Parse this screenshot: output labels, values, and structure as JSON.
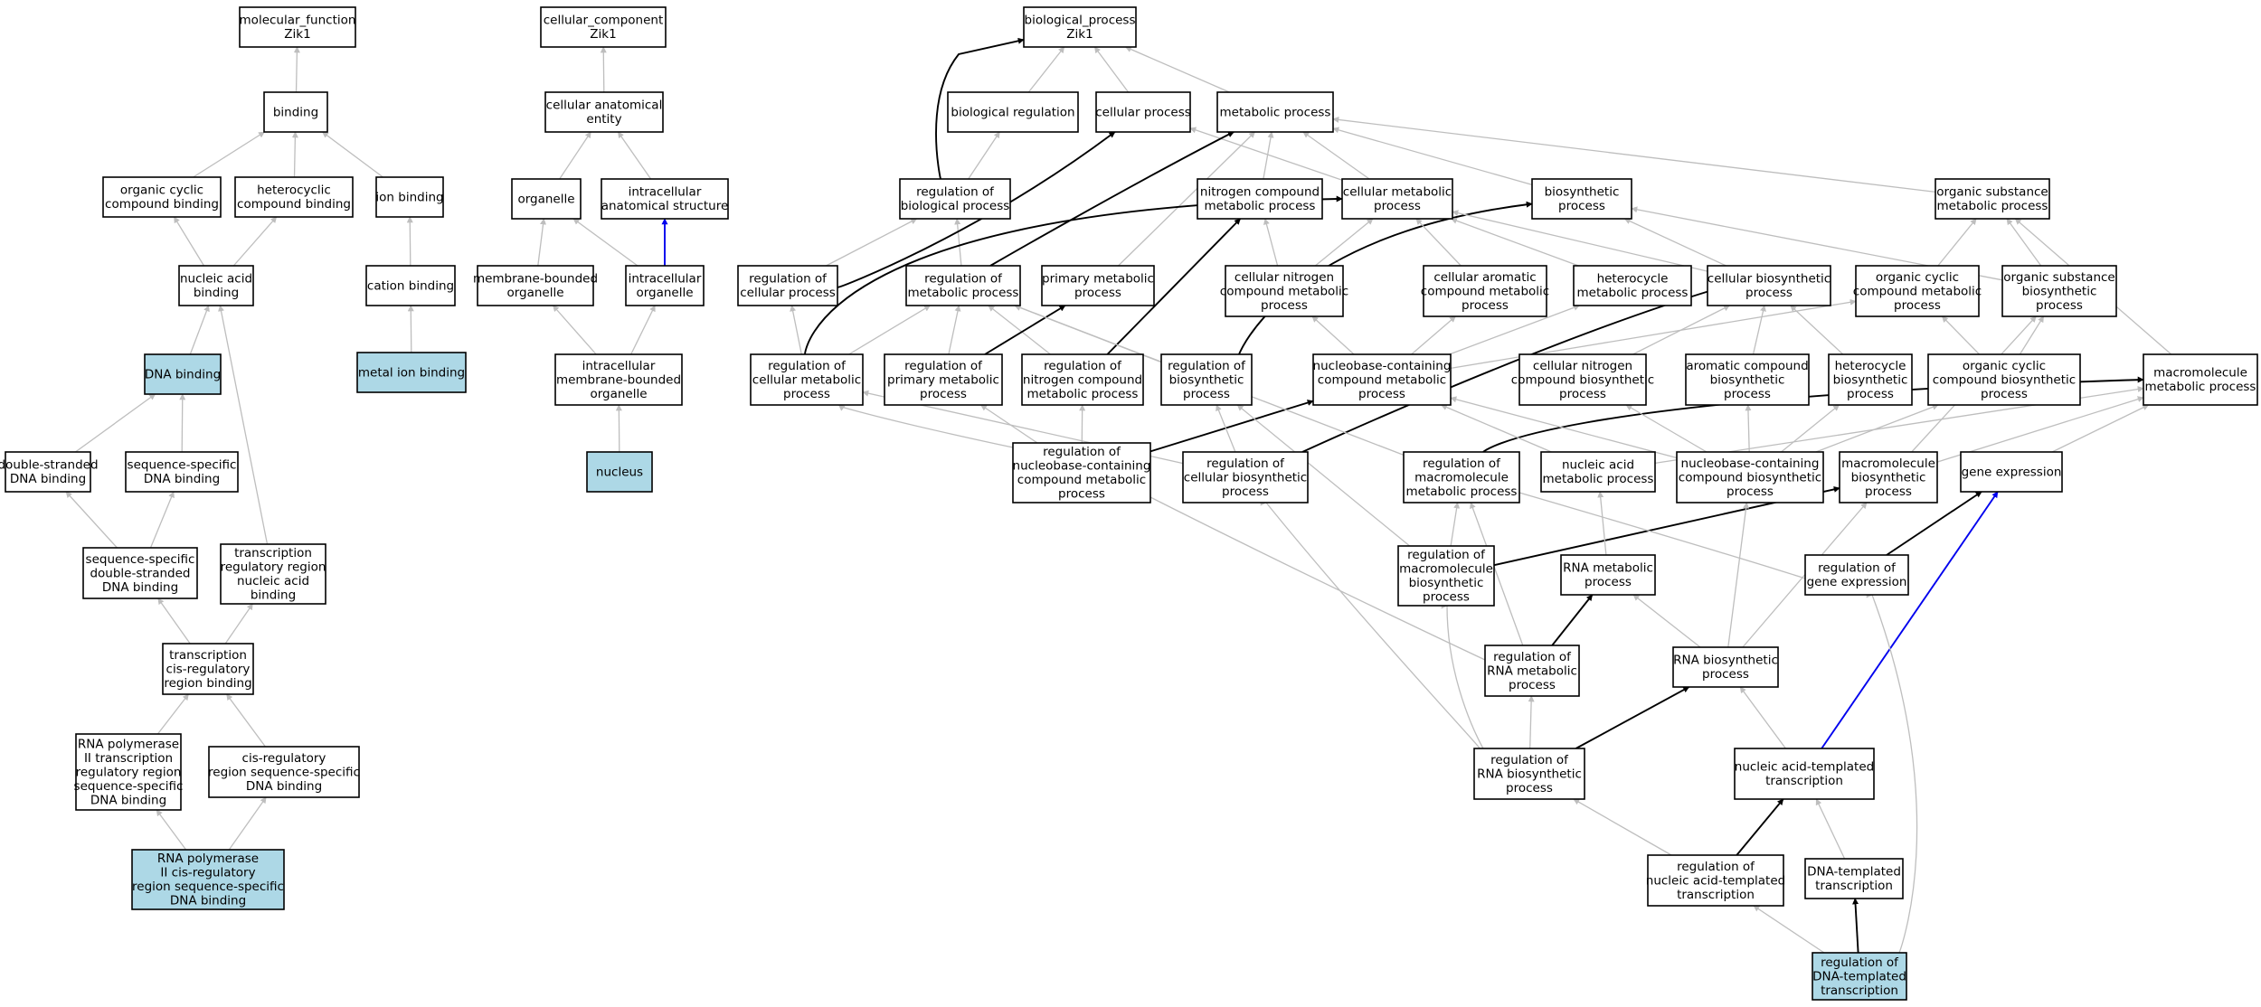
{
  "colors": {
    "default_fill": "#ffffff",
    "highlight_fill": "#add8e6",
    "edge_gray": "#bebebe",
    "edge_black": "#000000",
    "edge_blue": "#0000ee"
  },
  "nodes": [
    {
      "id": "mf",
      "lines": [
        "molecular_function",
        "Zik1"
      ]
    },
    {
      "id": "binding",
      "lines": [
        "binding"
      ]
    },
    {
      "id": "org_cyc_bind",
      "lines": [
        "organic cyclic",
        "compound binding"
      ]
    },
    {
      "id": "het_bind",
      "lines": [
        "heterocyclic",
        "compound binding"
      ]
    },
    {
      "id": "ion_bind",
      "lines": [
        "ion binding"
      ]
    },
    {
      "id": "cation_bind",
      "lines": [
        "cation binding"
      ]
    },
    {
      "id": "metal_ion",
      "lines": [
        "metal ion binding"
      ],
      "highlight": true
    },
    {
      "id": "na_bind",
      "lines": [
        "nucleic acid",
        "binding"
      ]
    },
    {
      "id": "dna_bind",
      "lines": [
        "DNA binding"
      ],
      "highlight": true
    },
    {
      "id": "ds_dna",
      "lines": [
        "double-stranded",
        "DNA binding"
      ]
    },
    {
      "id": "ss_dna",
      "lines": [
        "sequence-specific",
        "DNA binding"
      ]
    },
    {
      "id": "ssds_dna",
      "lines": [
        "sequence-specific",
        "double-stranded",
        "DNA binding"
      ]
    },
    {
      "id": "trr_na",
      "lines": [
        "transcription",
        "regulatory region",
        "nucleic acid",
        "binding"
      ]
    },
    {
      "id": "tcis",
      "lines": [
        "transcription",
        "cis-regulatory",
        "region binding"
      ]
    },
    {
      "id": "rnap_trr",
      "lines": [
        "RNA polymerase",
        "II transcription",
        "regulatory region",
        "sequence-specific",
        "DNA binding"
      ]
    },
    {
      "id": "cis_rss",
      "lines": [
        "cis-regulatory",
        "region sequence-specific",
        "DNA binding"
      ]
    },
    {
      "id": "rnap_cis",
      "lines": [
        "RNA polymerase",
        "II cis-regulatory",
        "region sequence-specific",
        "DNA binding"
      ],
      "highlight": true
    },
    {
      "id": "cc",
      "lines": [
        "cellular_component",
        "Zik1"
      ]
    },
    {
      "id": "cae",
      "lines": [
        "cellular anatomical",
        "entity"
      ]
    },
    {
      "id": "organelle",
      "lines": [
        "organelle"
      ]
    },
    {
      "id": "ias",
      "lines": [
        "intracellular",
        "anatomical structure"
      ]
    },
    {
      "id": "mbo",
      "lines": [
        "membrane-bounded",
        "organelle"
      ]
    },
    {
      "id": "io",
      "lines": [
        "intracellular",
        "organelle"
      ]
    },
    {
      "id": "imbo",
      "lines": [
        "intracellular",
        "membrane-bounded",
        "organelle"
      ]
    },
    {
      "id": "nucleus",
      "lines": [
        "nucleus"
      ],
      "highlight": true
    },
    {
      "id": "bp",
      "lines": [
        "biological_process",
        "Zik1"
      ]
    },
    {
      "id": "bio_reg",
      "lines": [
        "biological regulation"
      ]
    },
    {
      "id": "cell_proc",
      "lines": [
        "cellular process"
      ]
    },
    {
      "id": "met_proc",
      "lines": [
        "metabolic process"
      ]
    },
    {
      "id": "reg_bp",
      "lines": [
        "regulation of",
        "biological process"
      ]
    },
    {
      "id": "ncmp",
      "lines": [
        "nitrogen compound",
        "metabolic process"
      ]
    },
    {
      "id": "cmp",
      "lines": [
        "cellular metabolic",
        "process"
      ]
    },
    {
      "id": "biosyn",
      "lines": [
        "biosynthetic",
        "process"
      ]
    },
    {
      "id": "osmp",
      "lines": [
        "organic substance",
        "metabolic process"
      ]
    },
    {
      "id": "reg_cp",
      "lines": [
        "regulation of",
        "cellular process"
      ]
    },
    {
      "id": "reg_mp",
      "lines": [
        "regulation of",
        "metabolic process"
      ]
    },
    {
      "id": "pmp",
      "lines": [
        "primary metabolic",
        "process"
      ]
    },
    {
      "id": "cncmp",
      "lines": [
        "cellular nitrogen",
        "compound metabolic",
        "process"
      ]
    },
    {
      "id": "camp",
      "lines": [
        "cellular aromatic",
        "compound metabolic",
        "process"
      ]
    },
    {
      "id": "hmp",
      "lines": [
        "heterocycle",
        "metabolic process"
      ]
    },
    {
      "id": "cbp",
      "lines": [
        "cellular biosynthetic",
        "process"
      ]
    },
    {
      "id": "occmp",
      "lines": [
        "organic cyclic",
        "compound metabolic",
        "process"
      ]
    },
    {
      "id": "osbp",
      "lines": [
        "organic substance",
        "biosynthetic",
        "process"
      ]
    },
    {
      "id": "reg_cmp",
      "lines": [
        "regulation of",
        "cellular metabolic",
        "process"
      ]
    },
    {
      "id": "reg_pmp",
      "lines": [
        "regulation of",
        "primary metabolic",
        "process"
      ]
    },
    {
      "id": "reg_ncmp",
      "lines": [
        "regulation of",
        "nitrogen compound",
        "metabolic process"
      ]
    },
    {
      "id": "reg_bio",
      "lines": [
        "regulation of",
        "biosynthetic",
        "process"
      ]
    },
    {
      "id": "nbcmp",
      "lines": [
        "nucleobase-containing",
        "compound metabolic",
        "process"
      ]
    },
    {
      "id": "cncbp",
      "lines": [
        "cellular nitrogen",
        "compound biosynthetic",
        "process"
      ]
    },
    {
      "id": "acbp",
      "lines": [
        "aromatic compound",
        "biosynthetic",
        "process"
      ]
    },
    {
      "id": "hbp",
      "lines": [
        "heterocycle",
        "biosynthetic",
        "process"
      ]
    },
    {
      "id": "occbp",
      "lines": [
        "organic cyclic",
        "compound biosynthetic",
        "process"
      ]
    },
    {
      "id": "mmp",
      "lines": [
        "macromolecule",
        "metabolic process"
      ]
    },
    {
      "id": "reg_nbcmp",
      "lines": [
        "regulation of",
        "nucleobase-containing",
        "compound metabolic",
        "process"
      ]
    },
    {
      "id": "reg_cbp",
      "lines": [
        "regulation of",
        "cellular biosynthetic",
        "process"
      ]
    },
    {
      "id": "reg_mmp",
      "lines": [
        "regulation of",
        "macromolecule",
        "metabolic process"
      ]
    },
    {
      "id": "namp",
      "lines": [
        "nucleic acid",
        "metabolic process"
      ]
    },
    {
      "id": "nbcbp",
      "lines": [
        "nucleobase-containing",
        "compound biosynthetic",
        "process"
      ]
    },
    {
      "id": "mbp",
      "lines": [
        "macromolecule",
        "biosynthetic",
        "process"
      ]
    },
    {
      "id": "gene_exp",
      "lines": [
        "gene expression"
      ]
    },
    {
      "id": "reg_mbp",
      "lines": [
        "regulation of",
        "macromolecule",
        "biosynthetic",
        "process"
      ]
    },
    {
      "id": "rna_mp",
      "lines": [
        "RNA metabolic",
        "process"
      ]
    },
    {
      "id": "reg_ge",
      "lines": [
        "regulation of",
        "gene expression"
      ]
    },
    {
      "id": "reg_rmp",
      "lines": [
        "regulation of",
        "RNA metabolic",
        "process"
      ]
    },
    {
      "id": "rna_bp",
      "lines": [
        "RNA biosynthetic",
        "process"
      ]
    },
    {
      "id": "reg_rbp",
      "lines": [
        "regulation of",
        "RNA biosynthetic",
        "process"
      ]
    },
    {
      "id": "nat",
      "lines": [
        "nucleic acid-templated",
        "transcription"
      ]
    },
    {
      "id": "reg_nat",
      "lines": [
        "regulation of",
        "nucleic acid-templated",
        "transcription"
      ]
    },
    {
      "id": "dnat",
      "lines": [
        "DNA-templated",
        "transcription"
      ]
    },
    {
      "id": "reg_dnat",
      "lines": [
        "regulation of",
        "DNA-templated",
        "transcription"
      ],
      "highlight": true
    }
  ],
  "edges": [
    {
      "from": "binding",
      "to": "mf"
    },
    {
      "from": "org_cyc_bind",
      "to": "binding"
    },
    {
      "from": "het_bind",
      "to": "binding"
    },
    {
      "from": "ion_bind",
      "to": "binding"
    },
    {
      "from": "na_bind",
      "to": "org_cyc_bind"
    },
    {
      "from": "na_bind",
      "to": "het_bind"
    },
    {
      "from": "cation_bind",
      "to": "ion_bind"
    },
    {
      "from": "metal_ion",
      "to": "cation_bind"
    },
    {
      "from": "dna_bind",
      "to": "na_bind"
    },
    {
      "from": "trr_na",
      "to": "na_bind"
    },
    {
      "from": "ds_dna",
      "to": "dna_bind"
    },
    {
      "from": "ss_dna",
      "to": "dna_bind"
    },
    {
      "from": "ssds_dna",
      "to": "ds_dna"
    },
    {
      "from": "ssds_dna",
      "to": "ss_dna"
    },
    {
      "from": "tcis",
      "to": "ssds_dna"
    },
    {
      "from": "tcis",
      "to": "trr_na"
    },
    {
      "from": "rnap_trr",
      "to": "tcis"
    },
    {
      "from": "cis_rss",
      "to": "tcis"
    },
    {
      "from": "rnap_cis",
      "to": "rnap_trr"
    },
    {
      "from": "rnap_cis",
      "to": "cis_rss"
    },
    {
      "from": "cae",
      "to": "cc"
    },
    {
      "from": "organelle",
      "to": "cae"
    },
    {
      "from": "ias",
      "to": "cae"
    },
    {
      "from": "mbo",
      "to": "organelle"
    },
    {
      "from": "io",
      "to": "organelle"
    },
    {
      "from": "io",
      "to": "ias",
      "style": "blue"
    },
    {
      "from": "imbo",
      "to": "mbo"
    },
    {
      "from": "imbo",
      "to": "io"
    },
    {
      "from": "nucleus",
      "to": "imbo"
    },
    {
      "from": "bio_reg",
      "to": "bp"
    },
    {
      "from": "cell_proc",
      "to": "bp"
    },
    {
      "from": "met_proc",
      "to": "bp"
    },
    {
      "from": "reg_bp",
      "to": "bp",
      "style": "black"
    },
    {
      "from": "reg_bp",
      "to": "bio_reg"
    },
    {
      "from": "reg_cp",
      "to": "reg_bp"
    },
    {
      "from": "reg_mp",
      "to": "reg_bp"
    },
    {
      "from": "reg_cp",
      "to": "cell_proc",
      "style": "black"
    },
    {
      "from": "cmp",
      "to": "cell_proc"
    },
    {
      "from": "cmp",
      "to": "met_proc"
    },
    {
      "from": "ncmp",
      "to": "met_proc"
    },
    {
      "from": "pmp",
      "to": "met_proc"
    },
    {
      "from": "reg_mp",
      "to": "met_proc",
      "style": "black"
    },
    {
      "from": "biosyn",
      "to": "met_proc"
    },
    {
      "from": "osmp",
      "to": "met_proc"
    },
    {
      "from": "reg_cmp",
      "to": "cmp",
      "style": "black"
    },
    {
      "from": "reg_cmp",
      "to": "reg_cp"
    },
    {
      "from": "reg_cmp",
      "to": "reg_mp"
    },
    {
      "from": "reg_pmp",
      "to": "reg_mp"
    },
    {
      "from": "reg_ncmp",
      "to": "reg_mp"
    },
    {
      "from": "reg_bio",
      "to": "reg_mp"
    },
    {
      "from": "reg_pmp",
      "to": "pmp",
      "style": "black"
    },
    {
      "from": "reg_ncmp",
      "to": "ncmp",
      "style": "black"
    },
    {
      "from": "reg_bio",
      "to": "biosyn",
      "style": "black"
    },
    {
      "from": "cncmp",
      "to": "ncmp"
    },
    {
      "from": "cncmp",
      "to": "cmp"
    },
    {
      "from": "camp",
      "to": "cmp"
    },
    {
      "from": "hmp",
      "to": "cmp"
    },
    {
      "from": "cbp",
      "to": "cmp"
    },
    {
      "from": "cbp",
      "to": "biosyn"
    },
    {
      "from": "osbp",
      "to": "biosyn"
    },
    {
      "from": "occmp",
      "to": "osmp"
    },
    {
      "from": "osbp",
      "to": "osmp"
    },
    {
      "from": "mmp",
      "to": "osmp"
    },
    {
      "from": "nbcmp",
      "to": "cncmp"
    },
    {
      "from": "nbcmp",
      "to": "camp"
    },
    {
      "from": "nbcmp",
      "to": "hmp"
    },
    {
      "from": "nbcmp",
      "to": "occmp"
    },
    {
      "from": "cncbp",
      "to": "cbp"
    },
    {
      "from": "acbp",
      "to": "cbp"
    },
    {
      "from": "hbp",
      "to": "cbp"
    },
    {
      "from": "occbp",
      "to": "occmp"
    },
    {
      "from": "occbp",
      "to": "osbp"
    },
    {
      "from": "reg_nbcmp",
      "to": "reg_cmp"
    },
    {
      "from": "reg_nbcmp",
      "to": "reg_pmp"
    },
    {
      "from": "reg_nbcmp",
      "to": "reg_ncmp"
    },
    {
      "from": "reg_nbcmp",
      "to": "nbcmp",
      "style": "black"
    },
    {
      "from": "reg_cbp",
      "to": "reg_cmp"
    },
    {
      "from": "reg_cbp",
      "to": "reg_bio"
    },
    {
      "from": "reg_cbp",
      "to": "cbp",
      "style": "black"
    },
    {
      "from": "reg_mmp",
      "to": "reg_mp"
    },
    {
      "from": "reg_mmp",
      "to": "mmp",
      "style": "black"
    },
    {
      "from": "namp",
      "to": "nbcmp"
    },
    {
      "from": "namp",
      "to": "mmp"
    },
    {
      "from": "nbcbp",
      "to": "nbcmp"
    },
    {
      "from": "nbcbp",
      "to": "cncbp"
    },
    {
      "from": "nbcbp",
      "to": "acbp"
    },
    {
      "from": "nbcbp",
      "to": "hbp"
    },
    {
      "from": "nbcbp",
      "to": "occbp"
    },
    {
      "from": "mbp",
      "to": "mmp"
    },
    {
      "from": "mbp",
      "to": "osbp"
    },
    {
      "from": "gene_exp",
      "to": "mmp"
    },
    {
      "from": "reg_mbp",
      "to": "reg_mmp"
    },
    {
      "from": "reg_mbp",
      "to": "reg_bio"
    },
    {
      "from": "reg_mbp",
      "to": "mbp",
      "style": "black"
    },
    {
      "from": "rna_mp",
      "to": "namp"
    },
    {
      "from": "reg_ge",
      "to": "reg_mmp"
    },
    {
      "from": "reg_ge",
      "to": "gene_exp",
      "style": "black"
    },
    {
      "from": "reg_rmp",
      "to": "reg_nbcmp"
    },
    {
      "from": "reg_rmp",
      "to": "reg_mmp"
    },
    {
      "from": "reg_rmp",
      "to": "rna_mp",
      "style": "black"
    },
    {
      "from": "rna_bp",
      "to": "rna_mp"
    },
    {
      "from": "rna_bp",
      "to": "nbcbp"
    },
    {
      "from": "rna_bp",
      "to": "mbp"
    },
    {
      "from": "reg_rbp",
      "to": "reg_rmp"
    },
    {
      "from": "reg_rbp",
      "to": "reg_mbp"
    },
    {
      "from": "reg_rbp",
      "to": "reg_cbp"
    },
    {
      "from": "reg_rbp",
      "to": "rna_bp",
      "style": "black"
    },
    {
      "from": "nat",
      "to": "rna_bp"
    },
    {
      "from": "nat",
      "to": "gene_exp",
      "style": "blue"
    },
    {
      "from": "reg_nat",
      "to": "reg_rbp"
    },
    {
      "from": "reg_nat",
      "to": "nat",
      "style": "black"
    },
    {
      "from": "dnat",
      "to": "nat"
    },
    {
      "from": "reg_dnat",
      "to": "reg_nat"
    },
    {
      "from": "reg_dnat",
      "to": "dnat",
      "style": "black"
    },
    {
      "from": "reg_dnat",
      "to": "reg_ge"
    }
  ]
}
